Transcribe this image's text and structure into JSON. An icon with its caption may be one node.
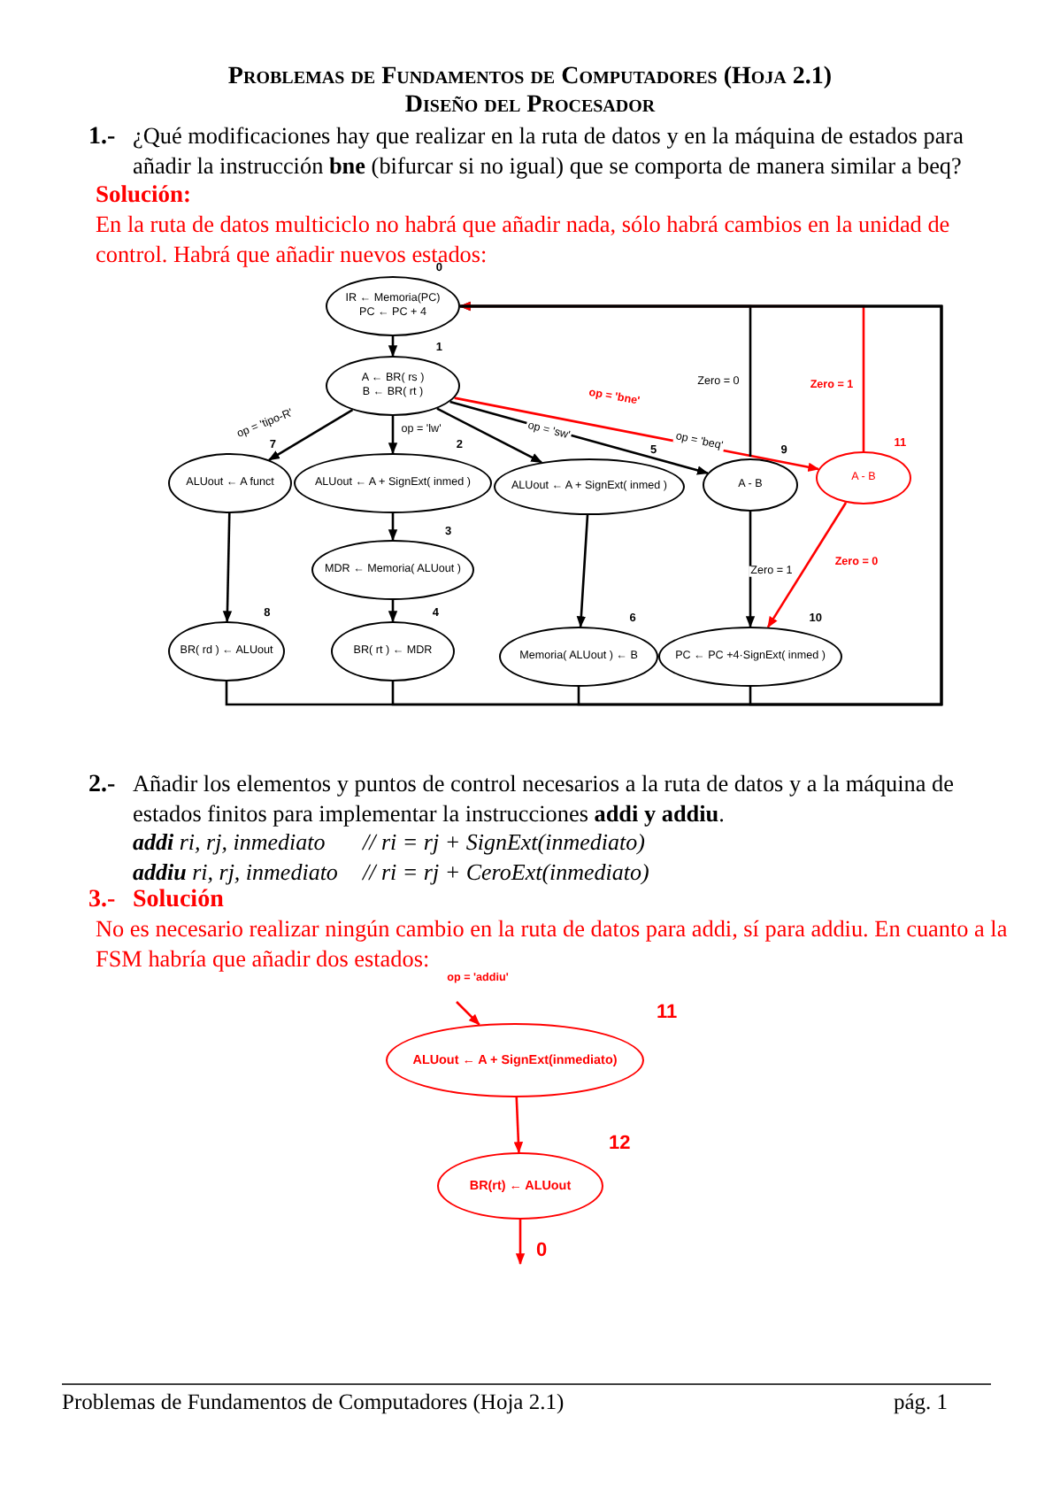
{
  "diagram": {
    "title": "Problemas de Fundamentos de Computadores (Hoja 2.1)",
    "nodes": [
      {
        "text": [
          "IR ← Memoria(PC)",
          "PC ← PC + 4"
        ],
        "beside": [
          "0"
        ]
      },
      {
        "text": [
          "A ← BR( rs )",
          "B ← BR( rt )"
        ],
        "beside": [
          "1"
        ]
      },
      {
        "text": [
          "ALUout ← A funct"
        ],
        "beside": [
          "7"
        ]
      },
      {
        "text": [
          "ALUout ← A + SignExt( inmed )"
        ],
        "beside": [
          "2"
        ]
      },
      {
        "text": [
          "ALUout ← A + SignExt( inmed )"
        ],
        "beside": [
          "5"
        ]
      },
      {
        "text": [
          "A - B"
        ],
        "beside": [
          "9"
        ]
      },
      {
        "text": [
          "A - B"
        ],
        "beside": [
          "11"
        ]
      },
      {
        "text": [
          "MDR ← Memoria( ALUout )"
        ],
        "beside": [
          "3"
        ]
      },
      {
        "text": [
          "BR( rd ) ← ALUout"
        ],
        "beside": [
          "8"
        ]
      },
      {
        "text": [
          "BR( rt ) ← MDR"
        ],
        "beside": [
          "4"
        ]
      },
      {
        "text": [
          "Memoria( ALUout ) ← B"
        ],
        "beside": [
          "6"
        ]
      },
      {
        "text": [
          "PC ← PC +4·SignExt( inmed )"
        ],
        "beside": [
          "10"
        ]
      },
      {
        "text": [
          "ALUout ← A + SignExt(inmediato)"
        ],
        "beside": [
          "11"
        ]
      },
      {
        "text": [
          "BR(rt) ← ALUout"
        ],
        "beside": [
          "12"
        ]
      }
    ],
    "edges": [
      {
        "from": 0,
        "to": 1,
        "arrow": "to"
      },
      {
        "from": 1,
        "to": 2,
        "arrow": "to",
        "label": "op = 'tipo-R'"
      },
      {
        "from": 1,
        "to": 3,
        "arrow": "to",
        "label": "op = 'lw'"
      },
      {
        "from": 1,
        "to": 4,
        "arrow": "to",
        "label": "op = 'sw'"
      },
      {
        "from": 1,
        "to": 5,
        "arrow": "to",
        "label": "op = 'beq'"
      },
      {
        "from": 1,
        "to": 6,
        "arrow": "to",
        "label": "op = 'bne'",
        "color": "#ff0000"
      },
      {
        "from": 3,
        "to": 7,
        "arrow": "to"
      },
      {
        "from": 7,
        "to": 9,
        "arrow": "to"
      },
      {
        "from": 2,
        "to": 8,
        "arrow": "to"
      },
      {
        "from": 4,
        "to": 10,
        "arrow": "to"
      },
      {
        "from": 5,
        "to": 11,
        "arrow": "to",
        "label": "Zero = 1"
      },
      {
        "from": 6,
        "to": 11,
        "arrow": "to",
        "label": "Zero = 0",
        "color": "#ff0000"
      },
      {
        "from": 5,
        "to": 0,
        "arrow": "to",
        "label": "Zero = 0"
      },
      {
        "from": 6,
        "to": 0,
        "arrow": "to",
        "label": "Zero = 1",
        "color": "#ff0000"
      },
      {
        "from": 8,
        "to": 0,
        "arrow": "none"
      },
      {
        "from": 9,
        "to": 0,
        "arrow": "none"
      },
      {
        "from": 10,
        "to": 0,
        "arrow": "none"
      },
      {
        "from": 11,
        "to": 0,
        "arrow": "none"
      },
      {
        "from": null,
        "to": 12,
        "arrow": "to",
        "label": "op = 'addiu'",
        "color": "#ff0000"
      },
      {
        "from": 12,
        "to": 13,
        "arrow": "to",
        "color": "#ff0000"
      },
      {
        "from": 13,
        "to": null,
        "arrow": "to",
        "label": "0",
        "color": "#ff0000"
      }
    ],
    "labels": [
      "Diseño del Procesador",
      "1.-",
      "¿Qué modificaciones hay que realizar en la ruta de datos y en la máquina de estados para añadir la instrucción **bne** (bifurcar si no igual) que se comporta de manera similar a beq?",
      "Solución:",
      "En la ruta de datos multiciclo no habrá que añadir nada, sólo habrá cambios en la unidad de control. Habrá que añadir nuevos estados:",
      "2.-",
      "Añadir los elementos y puntos de control necesarios a la ruta de datos y a la máquina de estados finitos para implementar la instrucciones **addi y addiu**.",
      "**addi** ri, rj, inmediato",
      "// ri = rj + SignExt(inmediato)",
      "**addiu** ri, rj, inmediato",
      "// ri = rj + CeroExt(inmediato)",
      "3.-",
      "Solución",
      "No es necesario realizar ningún cambio en la ruta de datos para addi, sí para addiu. En cuanto a la FSM habría que añadir dos estados:",
      "Problemas de Fundamentos de Computadores (Hoja 2.1)",
      "pág. 1"
    ]
  }
}
